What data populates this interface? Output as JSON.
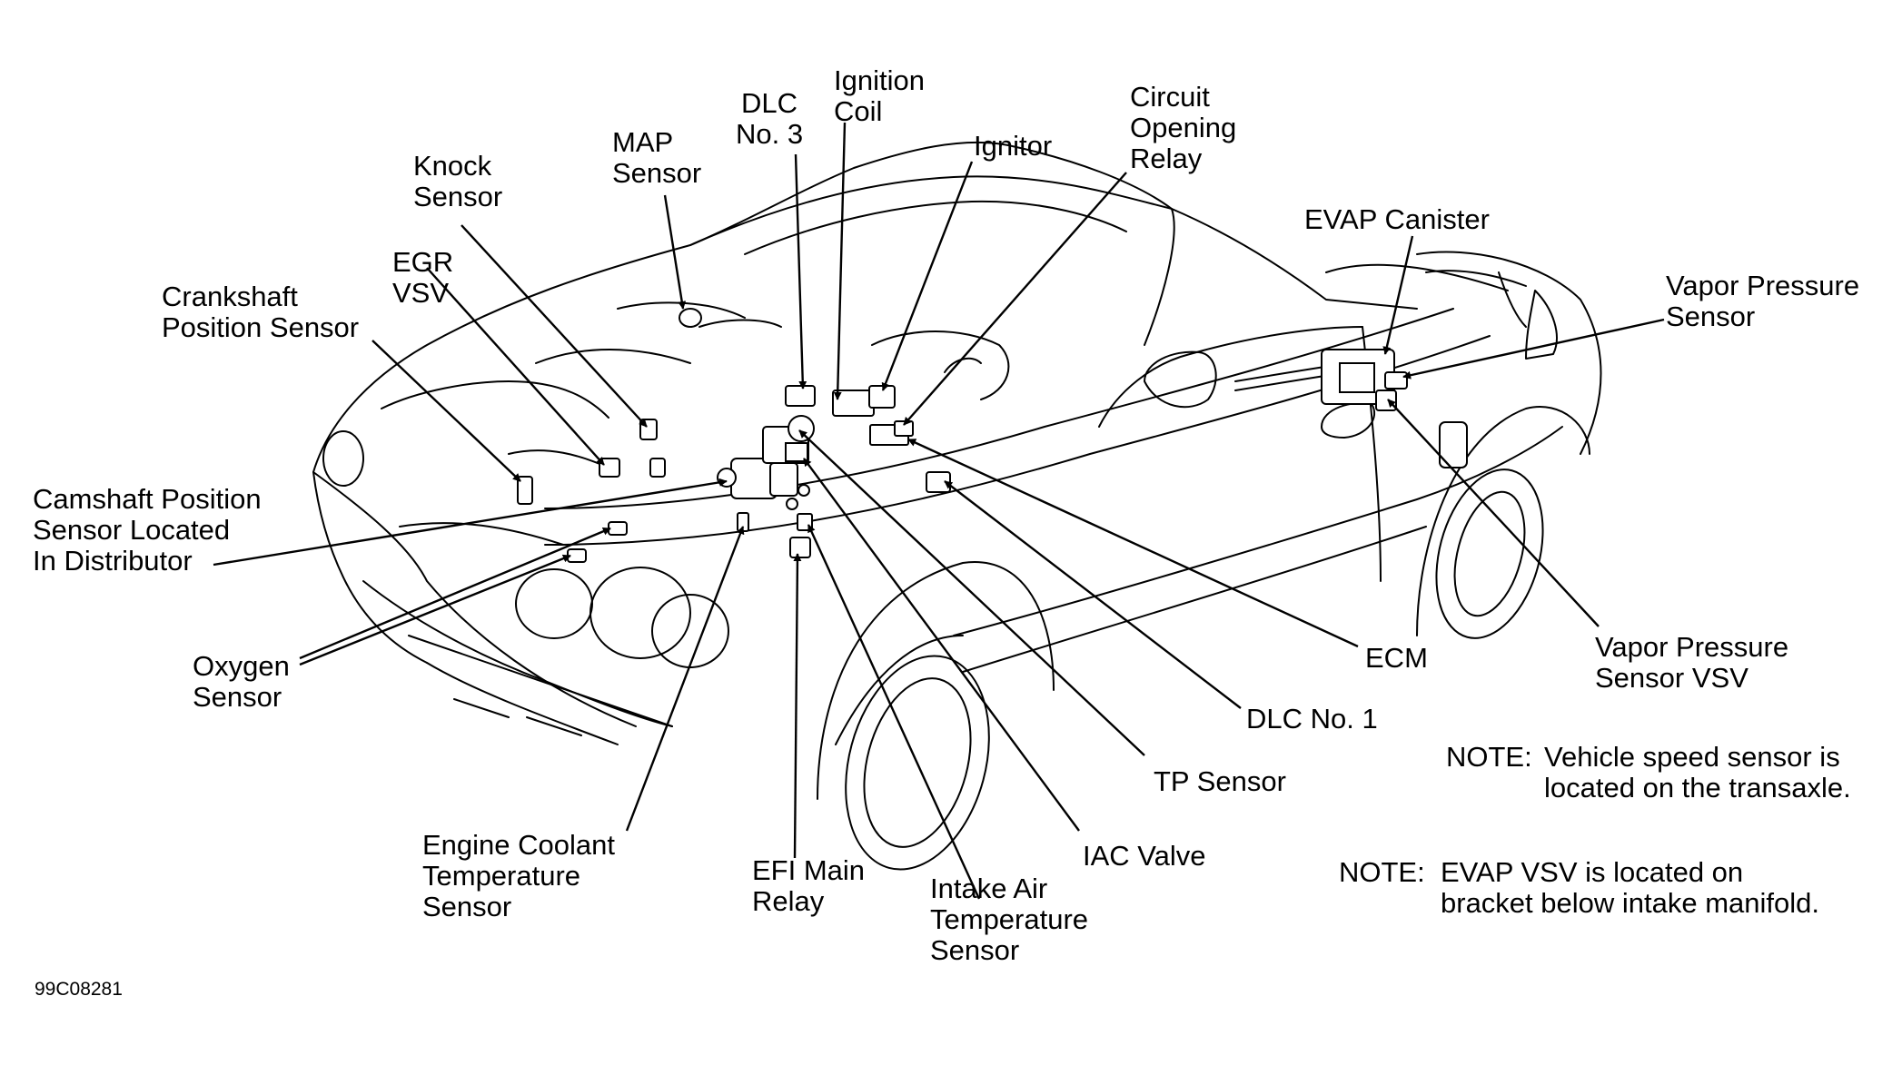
{
  "figure_id": "99C08281",
  "labels": {
    "ignition_coil": [
      "Ignition",
      "Coil"
    ],
    "dlc3": [
      "DLC",
      "No. 3"
    ],
    "ignitor": [
      "Ignitor"
    ],
    "circuit_opening_relay": [
      "Circuit",
      "Opening",
      "Relay"
    ],
    "map_sensor": [
      "MAP",
      "Sensor"
    ],
    "knock_sensor": [
      "Knock",
      "Sensor"
    ],
    "egr_vsv": [
      "EGR",
      "VSV"
    ],
    "crankshaft_sensor": [
      "Crankshaft",
      "Position Sensor"
    ],
    "camshaft_sensor": [
      "Camshaft Position",
      "Sensor Located",
      "In Distributor"
    ],
    "oxygen_sensor": [
      "Oxygen",
      "Sensor"
    ],
    "engine_coolant_sensor": [
      "Engine Coolant",
      "Temperature",
      "Sensor"
    ],
    "efi_main_relay": [
      "EFI Main",
      "Relay"
    ],
    "intake_air_sensor": [
      "Intake Air",
      "Temperature",
      "Sensor"
    ],
    "iac_valve": [
      "IAC Valve"
    ],
    "tp_sensor": [
      "TP Sensor"
    ],
    "dlc1": [
      "DLC No. 1"
    ],
    "ecm": [
      "ECM"
    ],
    "evap_canister": [
      "EVAP Canister"
    ],
    "vapor_pressure_sensor": [
      "Vapor Pressure",
      "Sensor"
    ],
    "vapor_pressure_sensor_vsv": [
      "Vapor Pressure",
      "Sensor VSV"
    ]
  },
  "notes": [
    {
      "key": "NOTE:",
      "lines": [
        "Vehicle speed sensor is",
        "located on the transaxle."
      ]
    },
    {
      "key": "NOTE:",
      "lines": [
        "EVAP VSV is located on",
        "bracket below intake manifold."
      ]
    }
  ]
}
